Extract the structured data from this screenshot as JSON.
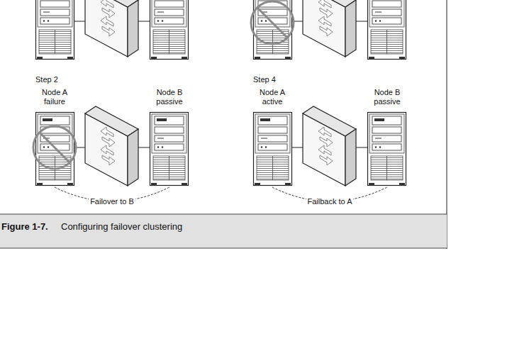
{
  "diagram": {
    "caption": "Configuring failover clustering",
    "nodes": [
      {
        "text": [
          "Node A failure"
        ]
      },
      {
        "text": [
          "Node B passive"
        ]
      },
      {
        "text": [
          "Node A active"
        ]
      },
      {
        "text": [
          "Node B passive"
        ]
      }
    ],
    "edges": [
      {
        "from": 0,
        "to": 1,
        "arrow": "none",
        "label": "Failover to B"
      },
      {
        "from": 2,
        "to": 3,
        "arrow": "none",
        "label": "Failback to A"
      }
    ],
    "labels": [
      "Step 2",
      "Step 4",
      "Figure 1-7."
    ]
  }
}
